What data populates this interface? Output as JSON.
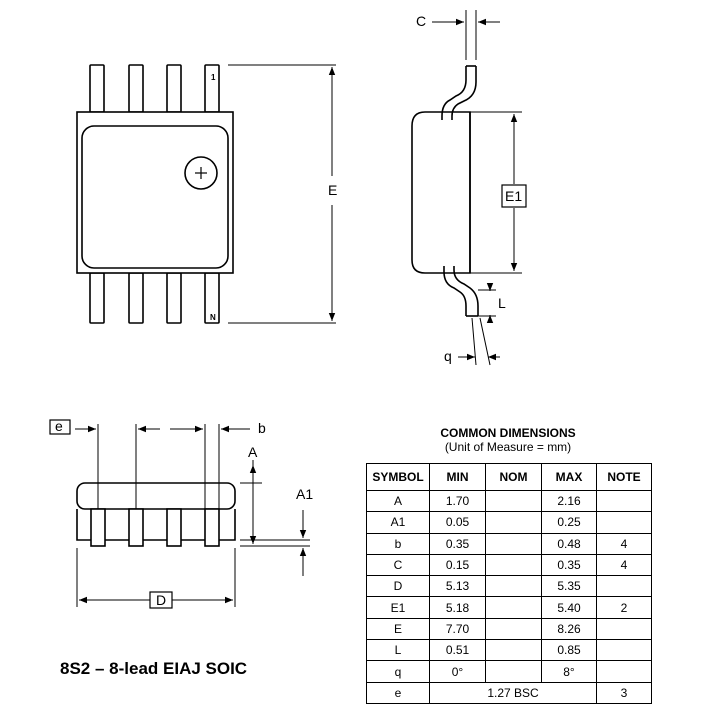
{
  "labels": {
    "c": "C",
    "e_big": "E",
    "e1": "E1",
    "l": "L",
    "q": "q",
    "e_small": "e",
    "b": "b",
    "a": "A",
    "a1": "A1",
    "d": "D",
    "pin1": "1",
    "pinN": "N"
  },
  "package_title": "8S2 – 8-lead EIAJ SOIC",
  "dimensions": {
    "title": "COMMON DIMENSIONS",
    "unit": "(Unit of Measure = mm)",
    "headers": [
      "SYMBOL",
      "MIN",
      "NOM",
      "MAX",
      "NOTE"
    ],
    "rows": [
      {
        "symbol": "A",
        "min": "1.70",
        "nom": "",
        "max": "2.16",
        "note": ""
      },
      {
        "symbol": "A1",
        "min": "0.05",
        "nom": "",
        "max": "0.25",
        "note": ""
      },
      {
        "symbol": "b",
        "min": "0.35",
        "nom": "",
        "max": "0.48",
        "note": "4"
      },
      {
        "symbol": "C",
        "min": "0.15",
        "nom": "",
        "max": "0.35",
        "note": "4"
      },
      {
        "symbol": "D",
        "min": "5.13",
        "nom": "",
        "max": "5.35",
        "note": ""
      },
      {
        "symbol": "E1",
        "min": "5.18",
        "nom": "",
        "max": "5.40",
        "note": "2"
      },
      {
        "symbol": "E",
        "min": "7.70",
        "nom": "",
        "max": "8.26",
        "note": ""
      },
      {
        "symbol": "L",
        "min": "0.51",
        "nom": "",
        "max": "0.85",
        "note": ""
      },
      {
        "symbol": "q",
        "min": "0°",
        "nom": "",
        "max": "8°",
        "note": ""
      },
      {
        "symbol": "e",
        "span": "1.27 BSC",
        "note": "3"
      }
    ]
  }
}
